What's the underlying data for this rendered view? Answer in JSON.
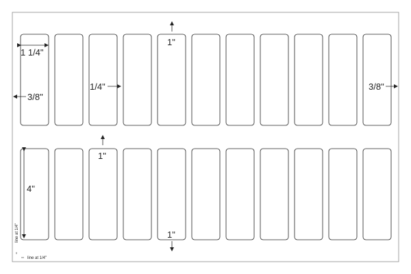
{
  "sheet": {
    "columns": 11,
    "rows": 2,
    "label_width": "1 1/4\"",
    "label_height": "4\"",
    "label_gap": "1/4\"",
    "side_margin_left": "3/8\"",
    "side_margin_right": "3/8\"",
    "top_margin": "1\"",
    "middle_gap": "1\"",
    "bottom_margin": "1\""
  },
  "annotations": {
    "line_note_vertical": "line at 1/4\"",
    "line_note_horizontal": "line at 1/4\""
  },
  "colors": {
    "stroke": "#222222",
    "border": "#888888",
    "background": "#ffffff"
  }
}
